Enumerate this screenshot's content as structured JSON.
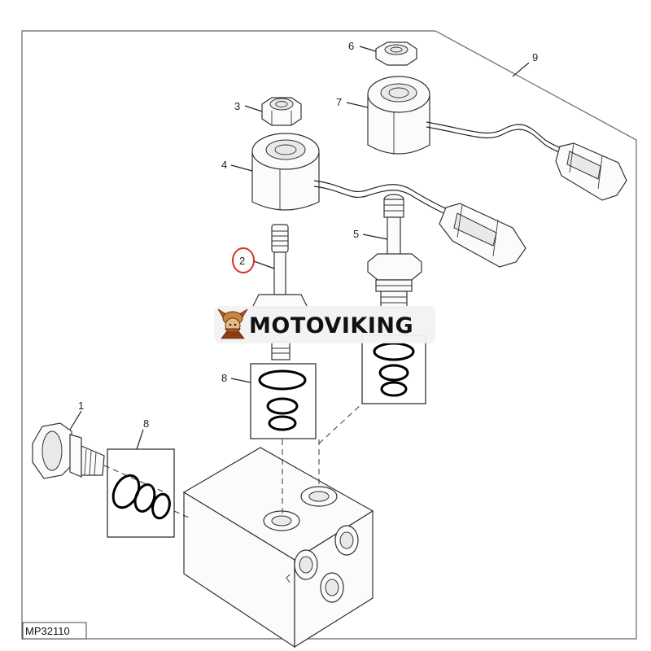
{
  "callouts": [
    {
      "id": "c1",
      "text": "1"
    },
    {
      "id": "c2",
      "text": "2"
    },
    {
      "id": "c3",
      "text": "3"
    },
    {
      "id": "c4",
      "text": "4"
    },
    {
      "id": "c5",
      "text": "5"
    },
    {
      "id": "c6",
      "text": "6"
    },
    {
      "id": "c7",
      "text": "7"
    },
    {
      "id": "c8a",
      "text": "8"
    },
    {
      "id": "c8b",
      "text": "8"
    },
    {
      "id": "c9",
      "text": "9"
    }
  ],
  "figure_id": "MP32110",
  "watermark": "MOTOVIKING",
  "colors": {
    "highlight": "#d9302c",
    "line": "#222222",
    "watermark_bg": "#f2f2f2"
  }
}
